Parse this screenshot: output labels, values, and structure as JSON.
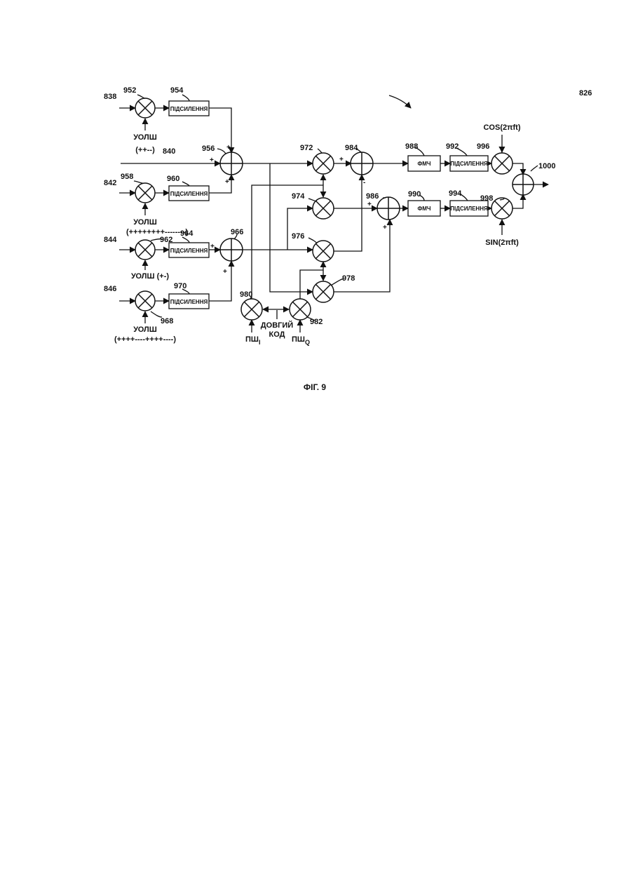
{
  "figure": {
    "caption": "ФІГ. 9",
    "reference": "826"
  },
  "inputs": {
    "in_838": "838",
    "in_840": "840",
    "in_842": "842",
    "in_844": "844",
    "in_846": "846"
  },
  "walsh": {
    "label": "УОЛШ",
    "seq_1": "(++--)",
    "seq_3": "(++++++++--------)",
    "label_4": "УОЛШ (+-)",
    "seq_5": "(++++----++++----)"
  },
  "blocks": {
    "gain_label": "ПІДСИЛЕННЯ",
    "bpsk_label": "ФМЧ",
    "n954": "954",
    "n960": "960",
    "n964": "964",
    "n970": "970",
    "n988": "988",
    "n990": "990",
    "n992": "992",
    "n994": "994"
  },
  "mixers": {
    "n952": "952",
    "n958": "958",
    "n962": "962",
    "n968": "968",
    "n972": "972",
    "n974": "974",
    "n976": "976",
    "n978": "978",
    "n980": "980",
    "n982": "982",
    "n996": "996",
    "n998": "998"
  },
  "adders": {
    "n956": "956",
    "n966": "966",
    "n984": "984",
    "n986": "986",
    "n1000": "1000"
  },
  "signals": {
    "long_code_1": "ДОВГИЙ",
    "long_code_2": "КОД",
    "pn_i": "ПШ",
    "pn_i_sub": "I",
    "pn_q": "ПШ",
    "pn_q_sub": "Q",
    "cos": "COS(2πft)",
    "sin": "SIN(2πft)"
  },
  "signs": {
    "plus": "+",
    "minus": "-"
  }
}
